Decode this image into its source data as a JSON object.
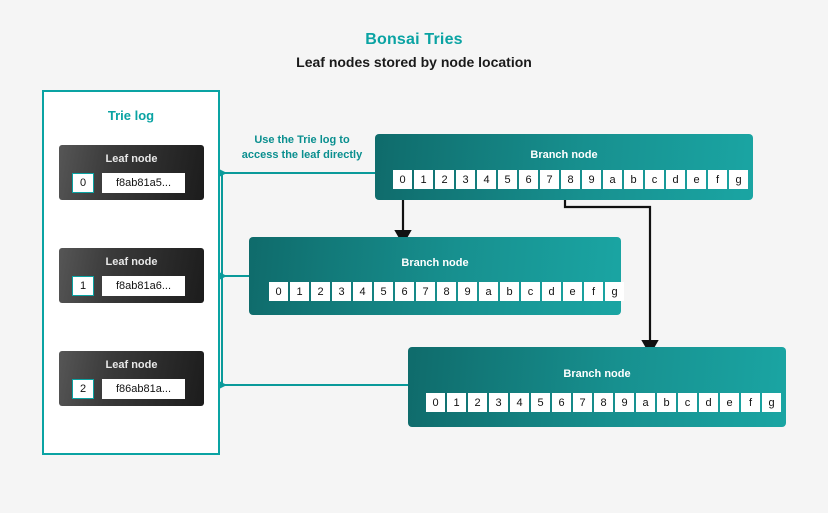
{
  "header": {
    "title": "Bonsai Tries",
    "subtitle": "Leaf nodes stored by node location"
  },
  "colors": {
    "accent_teal": "#0aa3a3",
    "branch_dark": "#0f6b6b",
    "branch_light": "#1aa5a3",
    "leaf_dark": "#1c1c1c",
    "background": "#f5f5f5",
    "arrow_black": "#111111"
  },
  "trie_log": {
    "title": "Trie log",
    "leaf_nodes": [
      {
        "title": "Leaf node",
        "index": "0",
        "hash": "f8ab81a5..."
      },
      {
        "title": "Leaf node",
        "index": "1",
        "hash": "f8ab81a6..."
      },
      {
        "title": "Leaf node",
        "index": "2",
        "hash": "f86ab81a..."
      }
    ]
  },
  "annotation": {
    "line1": "Use the Trie log to",
    "line2": "access the leaf directly"
  },
  "branch_nodes": [
    {
      "title": "Branch node",
      "cells": [
        "0",
        "1",
        "2",
        "3",
        "4",
        "5",
        "6",
        "7",
        "8",
        "9",
        "a",
        "b",
        "c",
        "d",
        "e",
        "f",
        "g"
      ]
    },
    {
      "title": "Branch node",
      "cells": [
        "0",
        "1",
        "2",
        "3",
        "4",
        "5",
        "6",
        "7",
        "8",
        "9",
        "a",
        "b",
        "c",
        "d",
        "e",
        "f",
        "g"
      ]
    },
    {
      "title": "Branch node",
      "cells": [
        "0",
        "1",
        "2",
        "3",
        "4",
        "5",
        "6",
        "7",
        "8",
        "9",
        "a",
        "b",
        "c",
        "d",
        "e",
        "f",
        "g"
      ]
    }
  ]
}
